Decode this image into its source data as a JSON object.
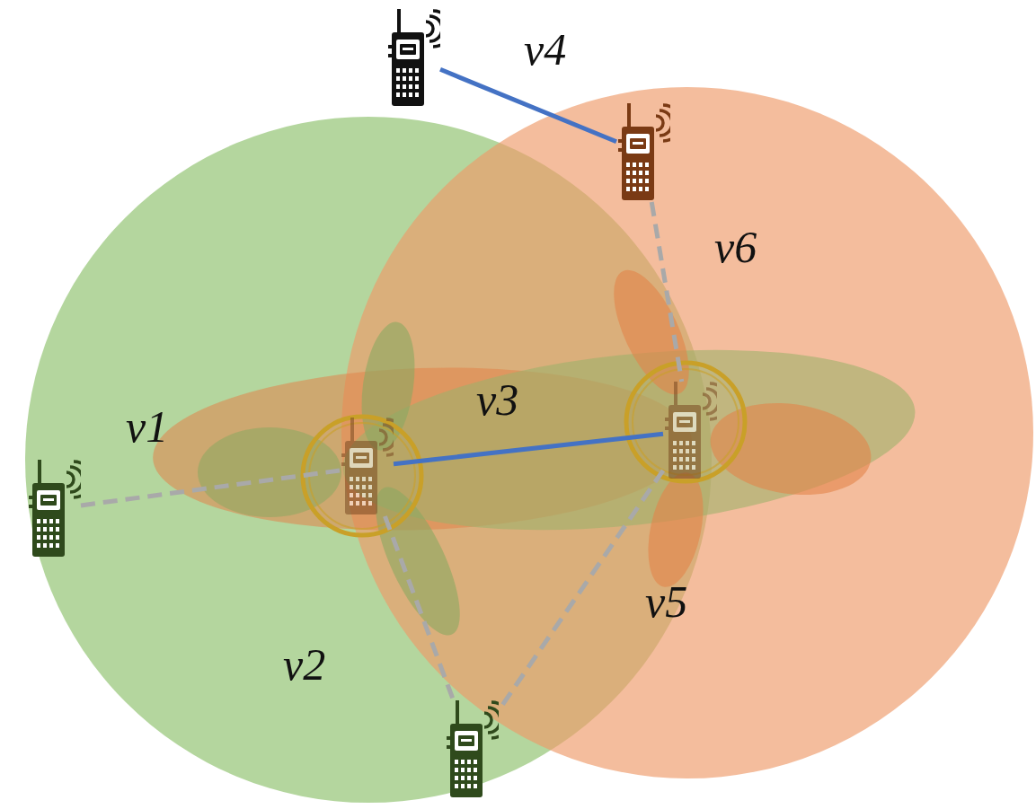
{
  "diagram": {
    "nodes": [
      {
        "text": [
          "v4"
        ]
      },
      {
        "text": [
          "v6"
        ]
      },
      {
        "text": [
          "v1"
        ]
      },
      {
        "text": [
          "v3"
        ]
      },
      {
        "text": [
          "v5"
        ]
      },
      {
        "text": [
          "v2"
        ]
      }
    ],
    "edges": [
      {
        "from": 0,
        "to": 1,
        "arrow": "none"
      },
      {
        "from": 1,
        "to": 4,
        "arrow": "none"
      },
      {
        "from": 2,
        "to": 3,
        "arrow": "none"
      },
      {
        "from": 3,
        "to": 4,
        "arrow": "none"
      },
      {
        "from": 3,
        "to": 5,
        "arrow": "none"
      },
      {
        "from": 4,
        "to": 5,
        "arrow": "none"
      }
    ]
  }
}
